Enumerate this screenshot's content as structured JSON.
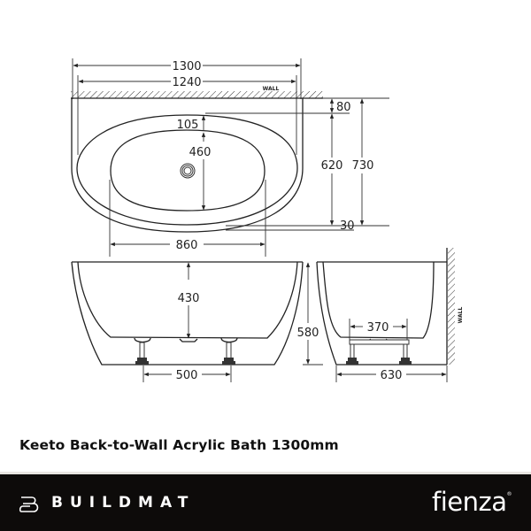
{
  "product": {
    "title": "Keeto Back-to-Wall Acrylic Bath 1300mm"
  },
  "drawing": {
    "plan_view": {
      "overall_width": "1300",
      "inner_width": "1240",
      "wall_label": "WALL",
      "rim_back": "80",
      "rim_top": "105",
      "basin_depth": "460",
      "basin_length_inner": "620",
      "overall_depth": "730",
      "rim_front": "30",
      "basin_width": "860"
    },
    "front_view": {
      "interior_depth": "430",
      "overall_height": "580",
      "leg_spacing": "500"
    },
    "side_view": {
      "frame_width": "370",
      "overall_depth": "630",
      "wall_label": "WALL"
    }
  },
  "footer": {
    "left_brand": "BUILDMAT",
    "right_brand": "fienza",
    "right_brand_mark": "®",
    "background": "#0d0b0a"
  }
}
